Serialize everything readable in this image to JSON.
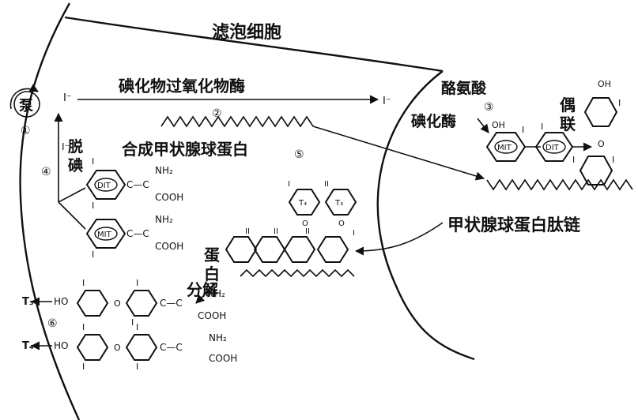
{
  "labels": {
    "follicle": "滤泡细胞",
    "pump": "泵",
    "step1": "①",
    "step2": "②",
    "step3": "③",
    "step4": "④",
    "step5": "⑤",
    "step6": "⑥",
    "iodide_left": "I⁻",
    "iodide_right": "I⁻",
    "iodide_lower": "I⁻",
    "peroxidase": "碘化物过氧化物酶",
    "tyrosine_a": "酪氨酸",
    "tyrosine_b": "碘化酶",
    "coupling_a": "偶",
    "coupling_b": "联",
    "deiod_a": "脱",
    "deiod_b": "碘",
    "synthesis": "合成甲状腺球蛋白",
    "thyroglobulin_chain": "甲状腺球蛋白肽链",
    "protein_a": "蛋",
    "protein_b": "白",
    "protein_c": "分解",
    "mit": "MIT",
    "dit": "DIT",
    "t3_label": "T₃",
    "t4_label": "T₄",
    "t3_side": "T₃",
    "t4_side": "T₄",
    "nh2": "NH₂",
    "cooh": "COOH",
    "c_chain": "C—C",
    "ho": "HO",
    "o": "O",
    "oh": "OH",
    "iodine": "I",
    "ii": "II"
  },
  "colors": {
    "ink": "#111111",
    "paper": "#ffffff"
  }
}
